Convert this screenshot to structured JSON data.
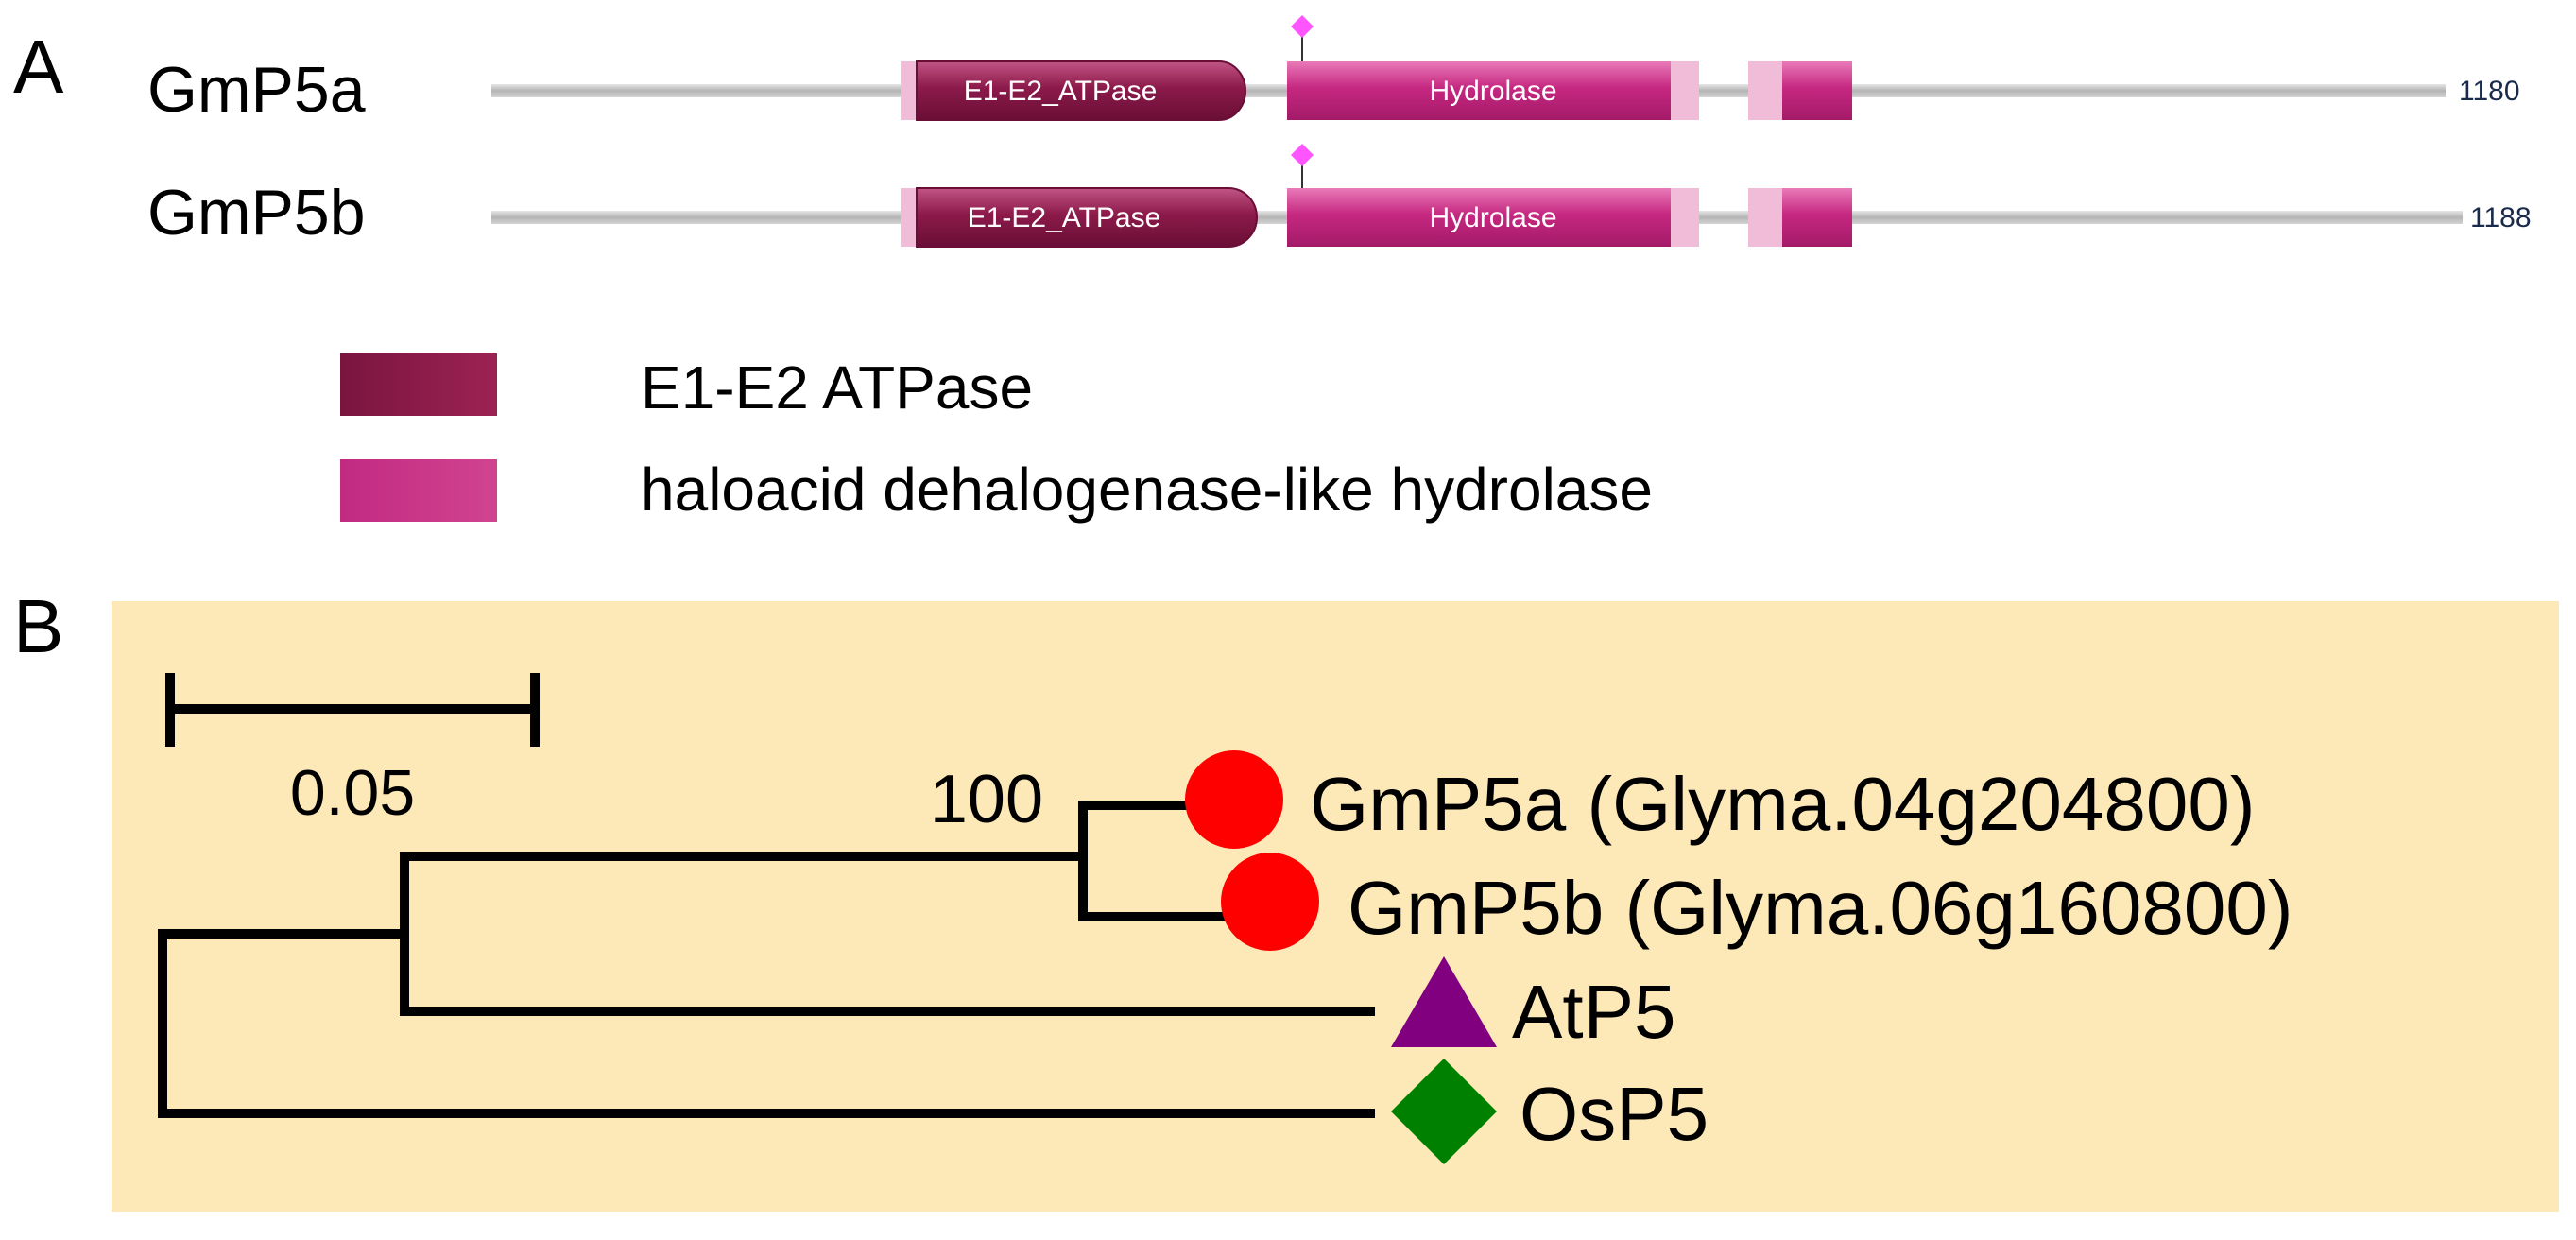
{
  "colors": {
    "atpase_domain": "#8c1a4a",
    "hydrolase_domain": "#c62880",
    "hydrolase_light": "#f0bcd8",
    "backbone": "#c4c4c4",
    "tree_background": "#fde9b8",
    "soybean_marker": "#ff0000",
    "arabidopsis_marker": "#800080",
    "rice_marker": "#008000",
    "site_marker": "#ff55ff"
  },
  "panel_a": {
    "label": "A",
    "proteins": [
      {
        "name": "GmP5a",
        "length": "1180",
        "domains": [
          "E1-E2_ATPase",
          "Hydrolase"
        ]
      },
      {
        "name": "GmP5b",
        "length": "1188",
        "domains": [
          "E1-E2_ATPase",
          "Hydrolase"
        ]
      }
    ],
    "legend": [
      {
        "label": "E1-E2 ATPase",
        "color": "atpase_domain"
      },
      {
        "label": "haloacid dehalogenase-like hydrolase",
        "color": "hydrolase_domain"
      }
    ]
  },
  "panel_b": {
    "label": "B",
    "scale_bar": "0.05",
    "bootstrap": "100",
    "taxa": [
      {
        "label": "GmP5a (Glyma.04g204800)",
        "marker": "circle-icon",
        "color": "soybean_marker"
      },
      {
        "label": "GmP5b (Glyma.06g160800)",
        "marker": "circle-icon",
        "color": "soybean_marker"
      },
      {
        "label": "AtP5",
        "marker": "triangle-icon",
        "color": "arabidopsis_marker"
      },
      {
        "label": "OsP5",
        "marker": "diamond-icon",
        "color": "rice_marker"
      }
    ]
  }
}
